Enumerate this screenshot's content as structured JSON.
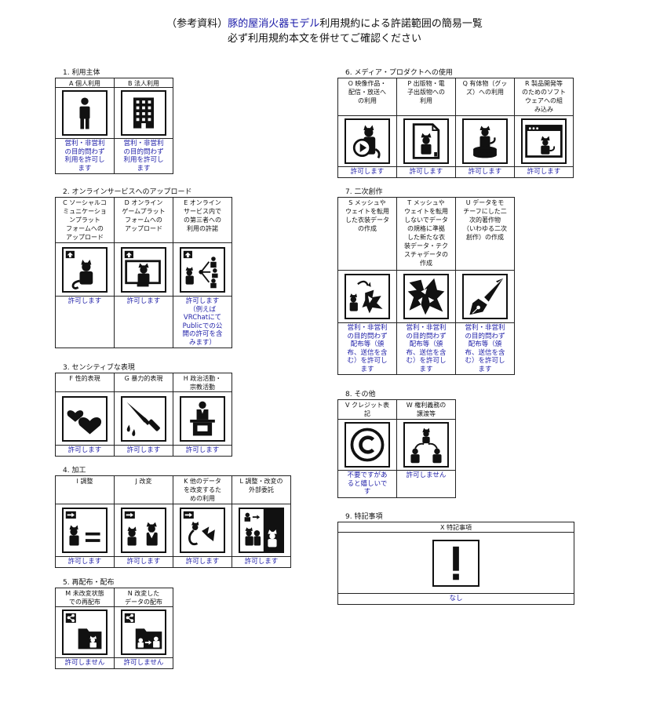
{
  "title": {
    "line1_pre": "（参考資料）",
    "line1_accent": "豚的屋消火器モデル",
    "line1_post": "利用規約による許諾範囲の簡易一覧",
    "line2": "必ず利用規約本文を併せてご確認ください"
  },
  "sections": {
    "s1": {
      "title": "1. 利用主体",
      "items": [
        {
          "header": "A 個人利用",
          "icon": "person-icon",
          "result": "営利・非営利\nの目的問わず\n利用を許可し\nます"
        },
        {
          "header": "B 法人利用",
          "icon": "office-building-icon",
          "result": "営利・非営利\nの目的問わず\n利用を許可し\nます"
        }
      ]
    },
    "s2": {
      "title": "2. オンラインサービスへのアップロード",
      "items": [
        {
          "header": "C ソーシャルコ\nミュニケーショ\nンプラット\nフォームへの\nアップロード",
          "icon": "social-upload-icon",
          "result": "許可します"
        },
        {
          "header": "D オンライン\nゲームプラット\nフォームへの\nアップロード",
          "icon": "game-upload-icon",
          "result": "許可します"
        },
        {
          "header": "E オンライン\nサービス内で\nの第三者への\n利用の許諾",
          "icon": "third-party-share-icon",
          "result": "許可します\n（例えば\nVRChatにて\nPublicでの公\n開の許可を含\nみます）"
        }
      ]
    },
    "s3": {
      "title": "3. センシティブな表現",
      "items": [
        {
          "header": "F 性的表現",
          "icon": "hearts-icon",
          "result": "許可します"
        },
        {
          "header": "G 暴力的表現",
          "icon": "knife-icon",
          "result": "許可します"
        },
        {
          "header": "H 政治活動・\n宗教活動",
          "icon": "podium-speaker-icon",
          "result": "許可します"
        }
      ]
    },
    "s4": {
      "title": "4. 加工",
      "items": [
        {
          "header": "I 調整",
          "icon": "adjust-icon",
          "result": "許可します"
        },
        {
          "header": "J 改変",
          "icon": "modify-icon",
          "result": "許可します"
        },
        {
          "header": "K 他のデータ\nを改変するた\nめの利用",
          "icon": "use-for-other-data-icon",
          "result": "許可します"
        },
        {
          "header": "L 調整・改変の\n外部委託",
          "icon": "outsourcing-icon",
          "result": "許可します"
        }
      ]
    },
    "s5": {
      "title": "5. 再配布・配布",
      "items": [
        {
          "header": "M 未改変状態\nでの再配布",
          "icon": "redistribute-icon",
          "result": "許可しません"
        },
        {
          "header": "N 改変した\nデータの配布",
          "icon": "distribute-modified-icon",
          "result": "許可しません"
        }
      ]
    },
    "s6": {
      "title": "6. メディア・プロダクトへの使用",
      "items": [
        {
          "header": "O 映像作品・\n配信・放送へ\nの利用",
          "icon": "video-play-icon",
          "result": "許可します"
        },
        {
          "header": "P 出版物・電\n子出版物への\n利用",
          "icon": "publication-icon",
          "result": "許可します"
        },
        {
          "header": "Q 有体物（グッ\nズ）への利用",
          "icon": "goods-figure-icon",
          "result": "許可します"
        },
        {
          "header": "R 製品開発等\nのためのソフト\nウェアへの組\nみ込み",
          "icon": "software-window-icon",
          "result": "許可します"
        }
      ]
    },
    "s7": {
      "title": "7. 二次創作",
      "items": [
        {
          "header": "S メッシュや\nウェイトを転用\nした衣装データ\nの作成",
          "icon": "costume-transfer-icon",
          "result": "営利・非営利\nの目的問わず\n配布等（頒\n布、送信を含\nむ）を許可し\nます"
        },
        {
          "header": "T メッシュや\nウェイトを転用\nしないでデータ\nの規格に準拠\nした新たな衣\n装データ・テク\nスチャデータの\n作成",
          "icon": "new-costume-icon",
          "result": "営利・非営利\nの目的問わず\n配布等（頒\n布、送信を含\nむ）を許可し\nます"
        },
        {
          "header": "U データをモ\nチーフにした二\n次的著作物\n（いわゆる二次\n創作）の作成",
          "icon": "pen-nib-icon",
          "result": "営利・非営利\nの目的問わず\n配布等（頒\n布、送信を含\nむ）を許可し\nます"
        }
      ]
    },
    "s8": {
      "title": "8. その他",
      "items": [
        {
          "header": "V クレジット表\n記",
          "icon": "copyright-icon",
          "result": "不要ですがあ\nると嬉しいで\nす"
        },
        {
          "header": "W 権利義務の\n譲渡等",
          "icon": "rights-transfer-icon",
          "result": "許可しません"
        }
      ]
    },
    "s9": {
      "title": "9. 特記事項",
      "items": [
        {
          "header": "X 特記事項",
          "icon": "exclamation-icon",
          "result": "なし"
        }
      ]
    }
  },
  "colors": {
    "result_text": "#1f1fa8",
    "border": "#222222"
  }
}
